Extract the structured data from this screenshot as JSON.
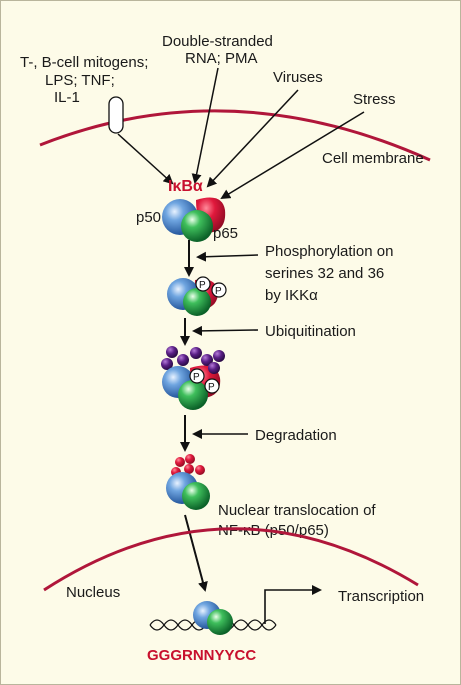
{
  "colors": {
    "background": "#fdfbe8",
    "membrane": "#b0163a",
    "ikba": "#d21034",
    "p50": "#3f7fc4",
    "p65": "#1f9a3e",
    "accent_text": "#c8102e"
  },
  "labels": {
    "stimulus_line1": "T-, B-cell mitogens;",
    "stimulus_line2": "LPS; TNF;",
    "stimulus_line3": "IL-1",
    "dsrna_line1": "Double-stranded",
    "dsrna_line2": "RNA; PMA",
    "viruses": "Viruses",
    "stress": "Stress",
    "cell_membrane": "Cell membrane",
    "ikba": "IκBα",
    "p50": "p50",
    "p65": "p65",
    "phospho_line1": "Phosphorylation on",
    "phospho_line2": "serines 32 and 36",
    "phospho_line3": "by IKKα",
    "ubiquitination": "Ubiquitination",
    "degradation": "Degradation",
    "translocation_line1": "Nuclear translocation of",
    "translocation_line2": "NF-κB (p50/p65)",
    "nucleus": "Nucleus",
    "transcription": "Transcription",
    "sequence": "GGGRNNYYCC",
    "phosphate": "P"
  }
}
